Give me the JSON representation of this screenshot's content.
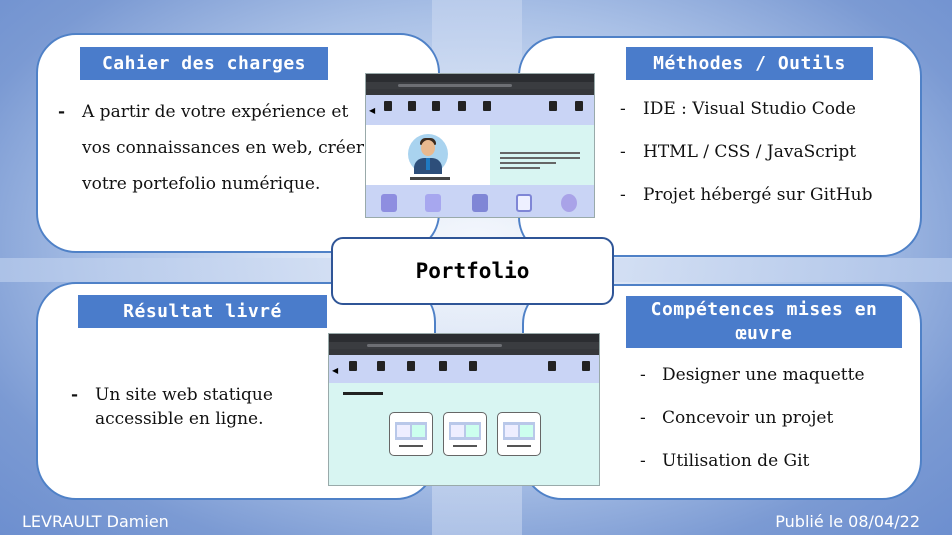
{
  "cards": {
    "cahier": {
      "title": "Cahier des charges",
      "bullet": "-",
      "lines": [
        "A partir de votre expérience et",
        "vos connaissances en web, créer",
        "votre portefolio numérique."
      ]
    },
    "methodes": {
      "title": "Méthodes / Outils",
      "items": [
        "IDE : Visual Studio Code",
        "HTML / CSS / JavaScript",
        "Projet hébergé sur GitHub"
      ]
    },
    "resultat": {
      "title": "Résultat livré",
      "bullet": "-",
      "lines": [
        "Un site web statique",
        "accessible en ligne."
      ]
    },
    "competences": {
      "title": "Compétences mises en œuvre",
      "items": [
        "Designer une maquette",
        "Concevoir un projet",
        "Utilisation de Git"
      ]
    }
  },
  "center_title": "Portfolio",
  "footer": {
    "author": "LEVRAULT Damien",
    "published": "Publié le 08/04/22"
  },
  "colors": {
    "tag_bg": "#4a7ccb",
    "card_border": "#4f81c7",
    "center_border": "#2f5597"
  },
  "bullet_char": "-"
}
